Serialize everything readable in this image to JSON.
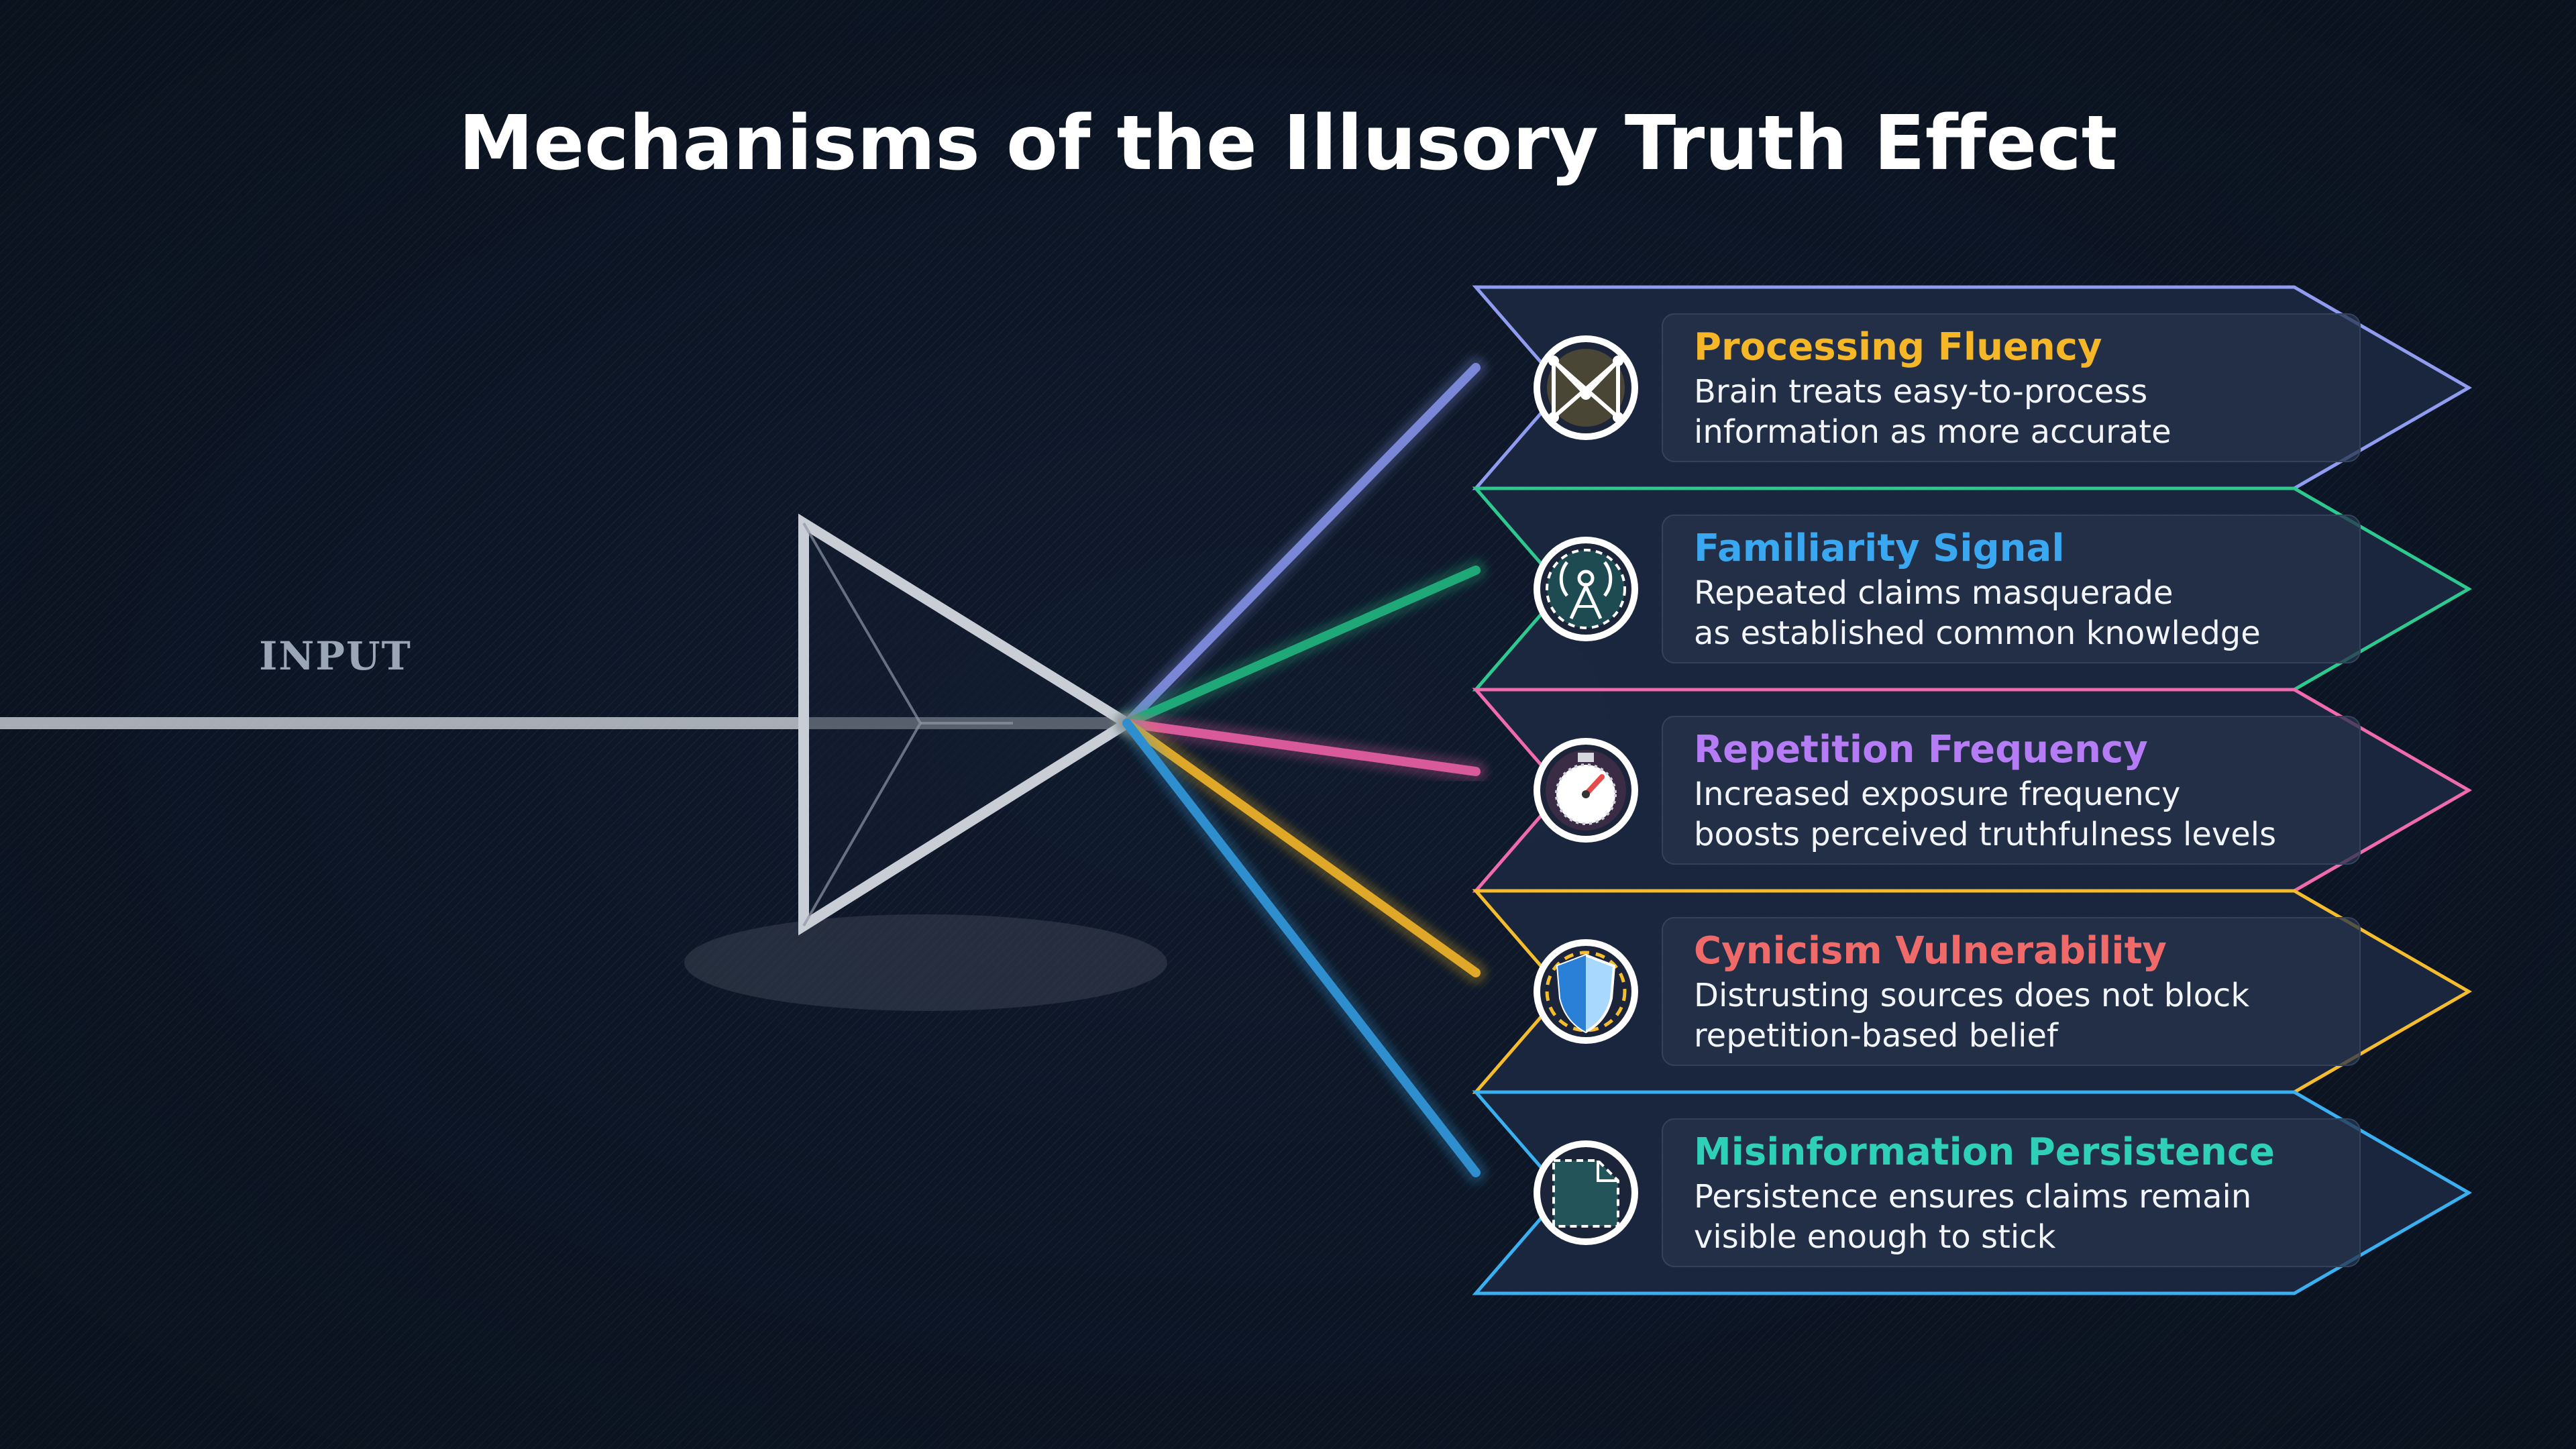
{
  "title": "Mechanisms of the Illusory Truth Effect",
  "input_label": "INPUT",
  "colors": {
    "background": "#0f1a2c",
    "input_beam": "#c3c8cf",
    "prism": "#c9ced6"
  },
  "mechanisms": [
    {
      "title": "Processing Fluency",
      "lines": [
        "Brain treats easy-to-process",
        "information as more accurate"
      ],
      "title_color": "#f5b728",
      "beam_color": "#7a86d6",
      "border_color": "#8f9cf0",
      "icon": "network-nodes-icon"
    },
    {
      "title": "Familiarity Signal",
      "lines": [
        "Repeated claims masquerade",
        "as established common knowledge"
      ],
      "title_color": "#3aa8f0",
      "beam_color": "#1fa878",
      "border_color": "#2ec98f",
      "icon": "broadcast-tower-icon"
    },
    {
      "title": "Repetition Frequency",
      "lines": [
        "Increased exposure frequency",
        "boosts perceived truthfulness levels"
      ],
      "title_color": "#b57cf5",
      "beam_color": "#d95a9a",
      "border_color": "#f06aae",
      "icon": "stopwatch-icon"
    },
    {
      "title": "Cynicism Vulnerability",
      "lines": [
        "Distrusting sources does not block",
        "repetition-based belief"
      ],
      "title_color": "#f06a6a",
      "beam_color": "#e0a828",
      "border_color": "#f5bd2e",
      "icon": "shield-icon"
    },
    {
      "title": "Misinformation Persistence",
      "lines": [
        "Persistence ensures claims remain",
        "visible enough to stick"
      ],
      "title_color": "#2ed1b8",
      "beam_color": "#2f8fce",
      "border_color": "#3ab0f0",
      "icon": "document-icon"
    }
  ]
}
